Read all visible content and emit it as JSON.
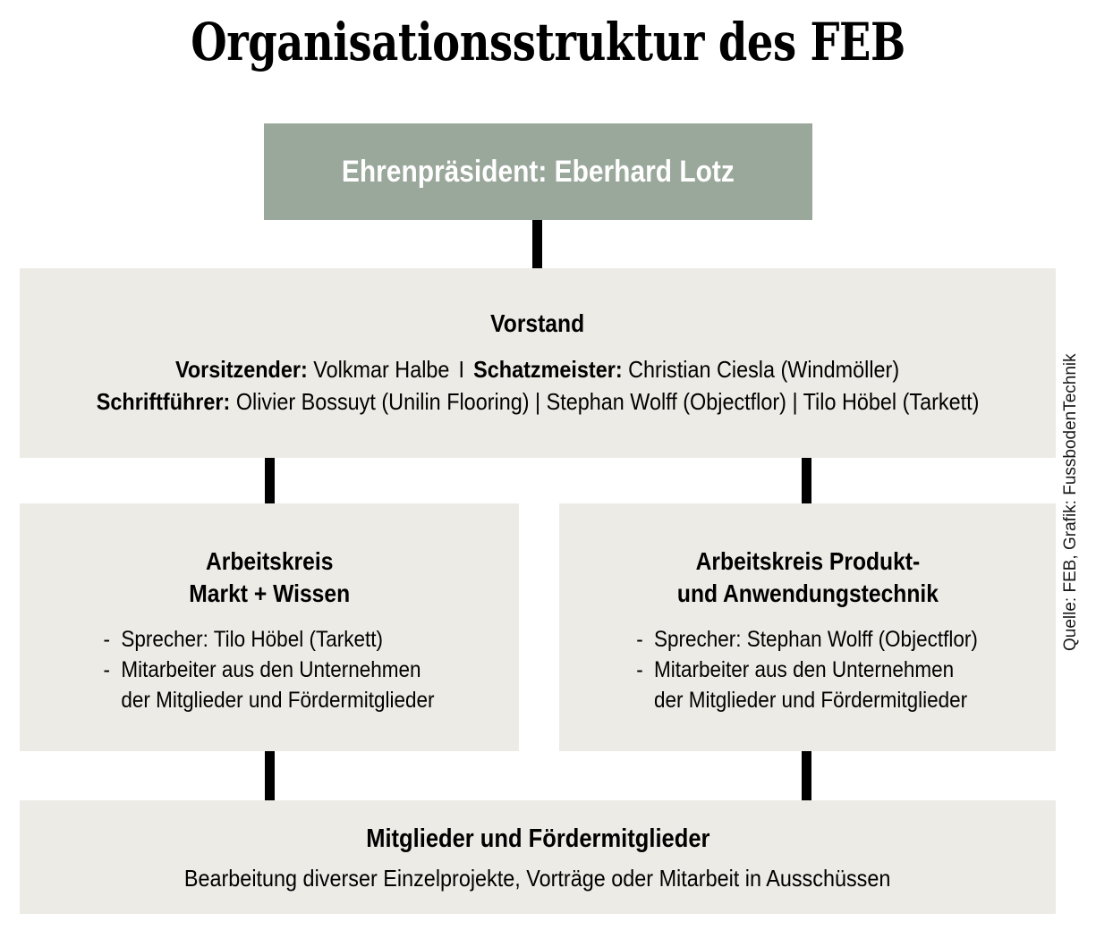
{
  "title": "Organisationsstruktur des FEB",
  "colors": {
    "accent_green": "#9AA79B",
    "box_grey": "#EDEBE6",
    "connector_black": "#000000",
    "text_dark": "#000000",
    "text_light": "#FFFFFF",
    "background": "#FFFFFF"
  },
  "nodes": {
    "president": {
      "label": "Ehrenpräsident: Eberhard Lotz"
    },
    "board": {
      "title": "Vorstand",
      "line1": {
        "role1_label": "Vorsitzender:",
        "role1_value": "Volkmar Halbe",
        "separator": "I",
        "role2_label": "Schatzmeister:",
        "role2_value": "Christian Ciesla (Windmöller)"
      },
      "line2": {
        "role_label": "Schriftführer:",
        "role_value": "Olivier Bossuyt (Unilin Flooring) | Stephan Wolff (Objectflor) | Tilo Höbel (Tarkett)"
      }
    },
    "workgroup_left": {
      "title_line1": "Arbeitskreis",
      "title_line2": "Markt + Wissen",
      "bullets": [
        {
          "dash": "-",
          "text": "Sprecher: Tilo Höbel (Tarkett)",
          "continuation": ""
        },
        {
          "dash": "-",
          "text": "Mitarbeiter aus den Unternehmen",
          "continuation": "der Mitglieder und Fördermitglieder"
        }
      ]
    },
    "workgroup_right": {
      "title_line1": "Arbeitskreis Produkt-",
      "title_line2": "und Anwendungstechnik",
      "bullets": [
        {
          "dash": "-",
          "text": "Sprecher: Stephan Wolff (Objectflor)",
          "continuation": ""
        },
        {
          "dash": "-",
          "text": "Mitarbeiter aus den Unternehmen",
          "continuation": "der Mitglieder und Fördermitglieder"
        }
      ]
    },
    "members": {
      "title": "Mitglieder und Fördermitglieder",
      "subtitle": "Bearbeitung diverser Einzelprojekte, Vorträge oder Mitarbeit in Ausschüssen"
    }
  },
  "source_credit": "Quelle: FEB, Grafik: FussbodenTechnik"
}
